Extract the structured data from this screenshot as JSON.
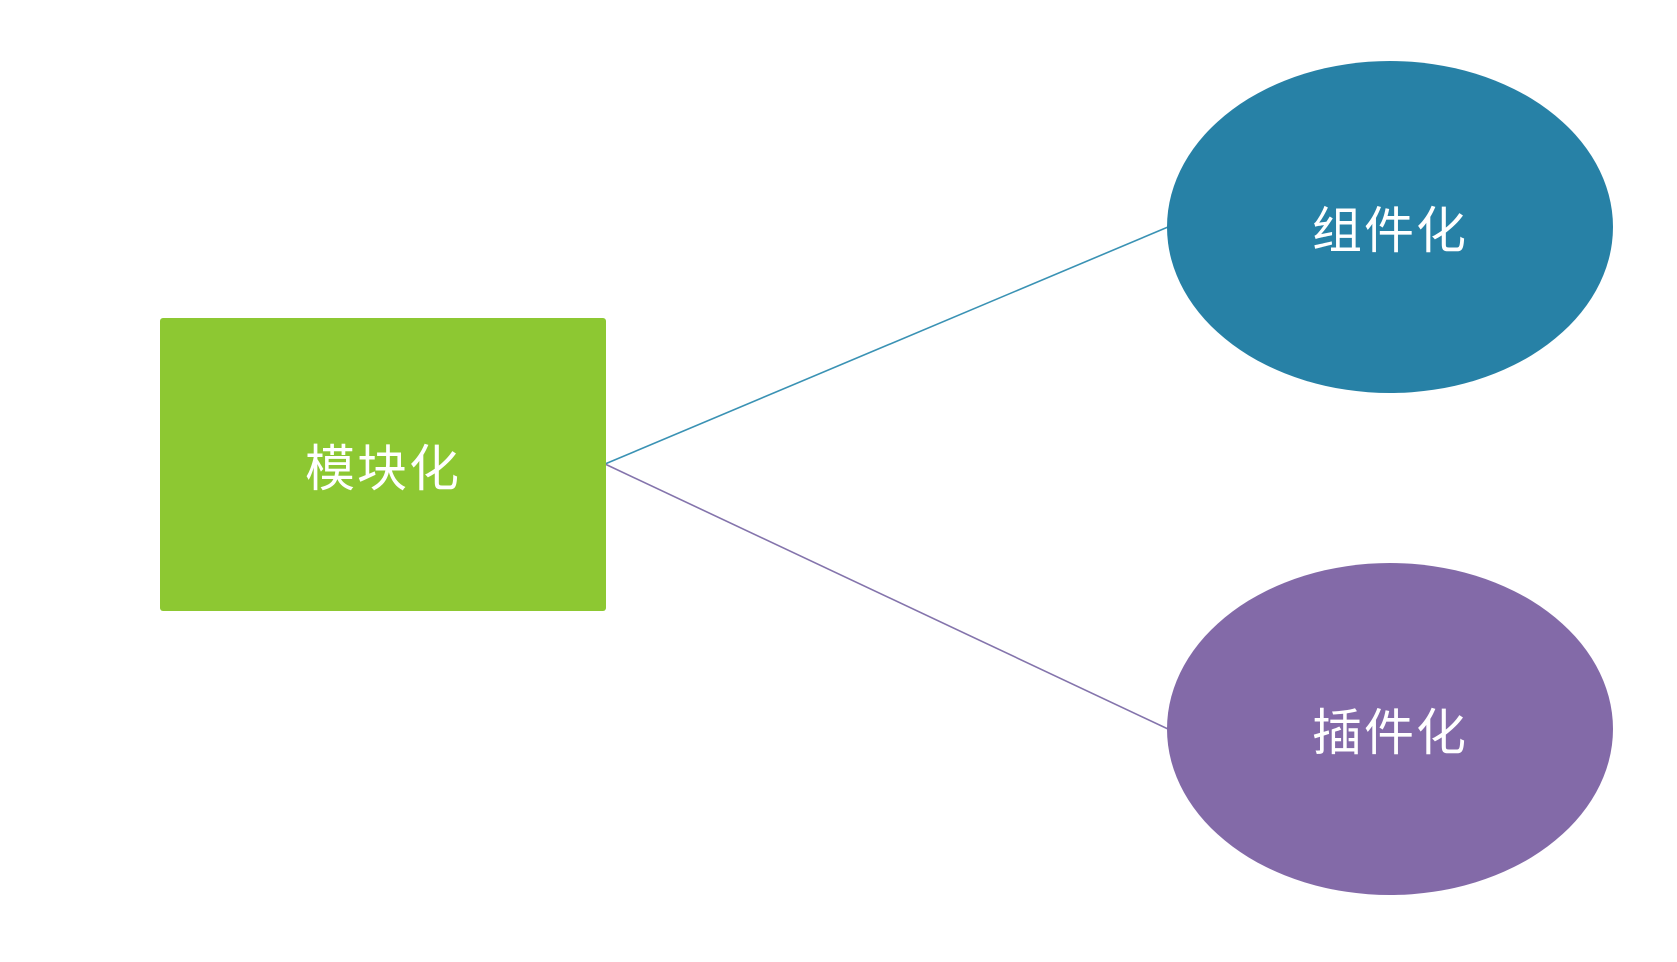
{
  "colors": {
    "background": "#ffffff",
    "modular_fill": "#8dc832",
    "component_fill": "#2781a6",
    "plugin_fill": "#836aa8",
    "edge_component": "#3a92b4",
    "edge_plugin": "#8474ac",
    "label": "#ffffff"
  },
  "nodes": {
    "modular": {
      "label": "模块化",
      "shape": "rectangle"
    },
    "component": {
      "label": "组件化",
      "shape": "ellipse"
    },
    "plugin": {
      "label": "插件化",
      "shape": "ellipse"
    }
  },
  "edges": [
    {
      "from": "modular",
      "to": "component"
    },
    {
      "from": "modular",
      "to": "plugin"
    }
  ]
}
